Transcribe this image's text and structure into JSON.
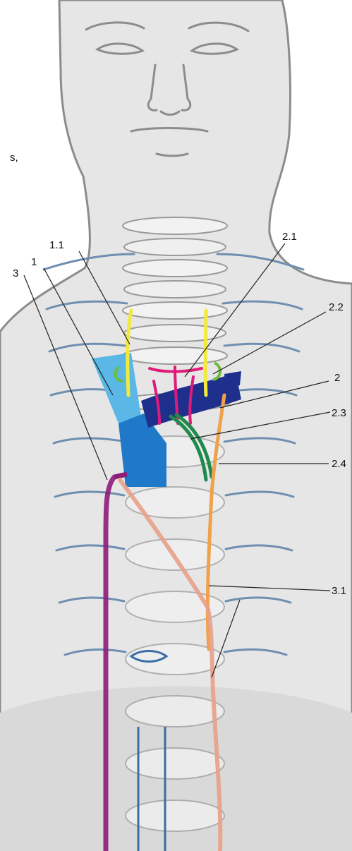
{
  "fragment_text": "s,",
  "labels": {
    "l_1_1": "1.1",
    "l_1": "1",
    "l_3": "3",
    "l_2_1": "2.1",
    "l_2_2": "2.2",
    "l_2": "2",
    "l_2_3": "2.3",
    "l_2_4": "2.4",
    "l_3_1": "3.1"
  },
  "colors": {
    "skin": "#e6e6e6",
    "outline": "#8c8c8c",
    "vessel_light": "#5ab7e6",
    "vessel_mid": "#1f78c8",
    "vessel_dark": "#1e2f8c",
    "duct_purple": "#8e1c7a",
    "duct_pink": "#e01a7a",
    "nerve_yellow": "#f2ea3a",
    "node_green": "#6dbf3a",
    "lymph_green": "#1f8a4c",
    "orange": "#f0a24a",
    "salmon": "#e8a08a",
    "nerve_blue": "#3a6ea5"
  }
}
